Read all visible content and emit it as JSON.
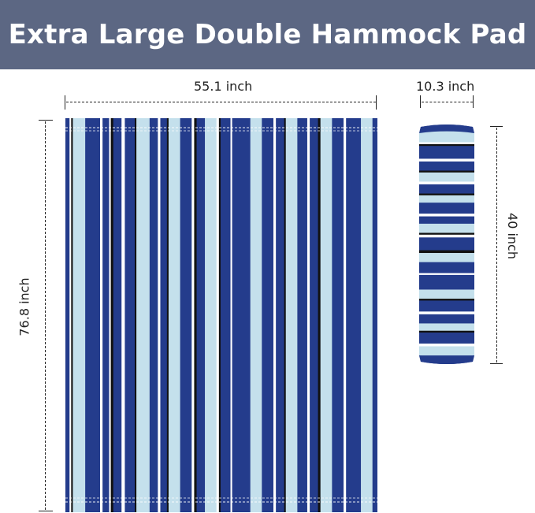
{
  "banner": {
    "title": "Extra Large Double Hammock Pad",
    "background": "#5c6783"
  },
  "dimensions": {
    "pad_width": "55.1 inch",
    "pad_length": "76.8 inch",
    "pillow_width": "10.3 inch",
    "pillow_length": "40 inch"
  },
  "colors": {
    "navy": "#243c8c",
    "light_blue": "#c4e0ec",
    "white": "#ffffff",
    "black": "#111111"
  }
}
